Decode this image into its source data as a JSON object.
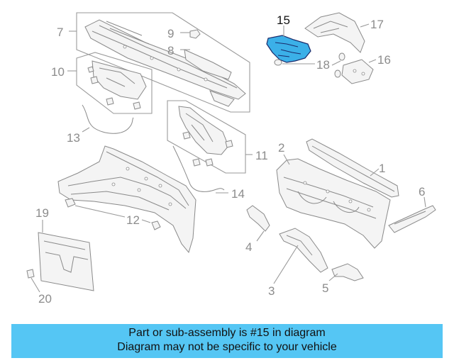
{
  "callouts": {
    "c1": "1",
    "c2": "2",
    "c3": "3",
    "c4": "4",
    "c5": "5",
    "c6": "6",
    "c7": "7",
    "c8": "8",
    "c9": "9",
    "c10": "10",
    "c11": "11",
    "c12": "12",
    "c13": "13",
    "c14": "14",
    "c15": "15",
    "c16": "16",
    "c17": "17",
    "c18": "18",
    "c19": "19",
    "c20": "20"
  },
  "highlight": {
    "part": "15",
    "color": "#3bb0e8"
  },
  "banner": {
    "line1": "Part or sub-assembly is #15 in diagram",
    "line2": "Diagram may not be specific to your vehicle",
    "background": "#55c6f4"
  }
}
